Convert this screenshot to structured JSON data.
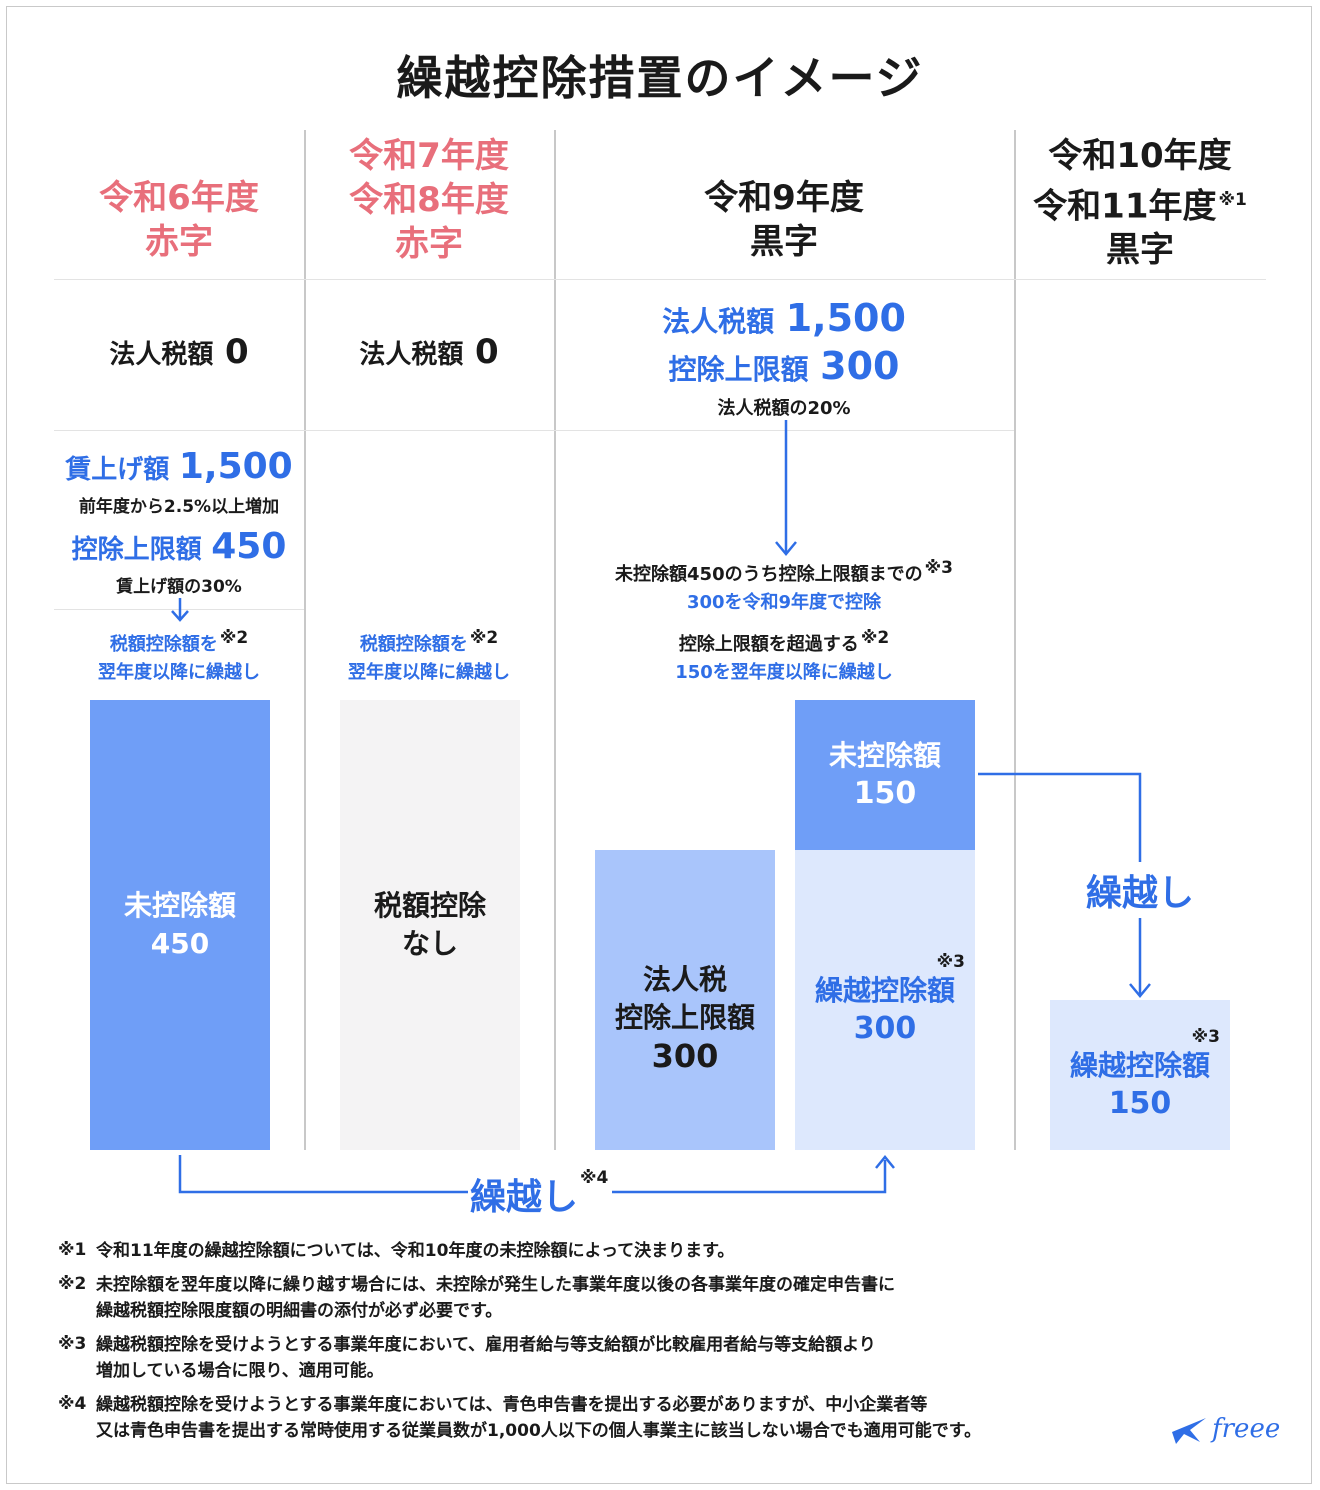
{
  "title": "繰越控除措置のイメージ",
  "columns": {
    "col1": {
      "year_line1": "令和6年度",
      "status": "赤字",
      "tax_label": "法人税額",
      "tax_value": "0"
    },
    "col2": {
      "year_line1": "令和7年度",
      "year_line2": "令和8年度",
      "status": "赤字",
      "tax_label": "法人税額",
      "tax_value": "0"
    },
    "col3": {
      "year_line1": "令和9年度",
      "status": "黒字"
    },
    "col4": {
      "year_line1": "令和10年度",
      "year_line2": "令和11年度",
      "year_mark": "※1",
      "status": "黒字"
    }
  },
  "col3_tax": {
    "tax_label": "法人税額",
    "tax_value": "1,500",
    "limit_label": "控除上限額",
    "limit_value": "300",
    "note": "法人税額の20%"
  },
  "col1_wage": {
    "wage_label": "賃上げ額",
    "wage_value": "1,500",
    "wage_note": "前年度から2.5%以上増加",
    "limit_label": "控除上限額",
    "limit_value": "450",
    "limit_note": "賃上げ額の30%"
  },
  "carry_notes": {
    "col1_line1": "税額控除額を",
    "col1_mark": "※2",
    "col1_line2": "翌年度以降に繰越し",
    "col2_line1": "税額控除額を",
    "col2_mark": "※2",
    "col2_line2": "翌年度以降に繰越し",
    "col3_a_line1": "未控除額450のうち控除上限額までの",
    "col3_a_mark": "※3",
    "col3_a_line2": "300を令和9年度で控除",
    "col3_b_line1": "控除上限額を超過する",
    "col3_b_mark": "※2",
    "col3_b_line2": "150を翌年度以降に繰越し"
  },
  "bars": {
    "col1": {
      "line1": "未控除額",
      "line2": "450"
    },
    "col2": {
      "line1": "税額控除",
      "line2": "なし"
    },
    "col3_left": {
      "line1": "法人税",
      "line2": "控除上限額",
      "line3": "300"
    },
    "col3_top": {
      "line1": "未控除額",
      "line2": "150"
    },
    "col3_bottom": {
      "mark": "※3",
      "line1": "繰越控除額",
      "line2": "300"
    },
    "col4": {
      "mark": "※3",
      "line1": "繰越控除額",
      "line2": "150"
    }
  },
  "arrows": {
    "bottom_label": "繰越し",
    "bottom_mark": "※4",
    "right_label": "繰越し"
  },
  "footnotes": [
    {
      "mark": "※1",
      "lines": [
        "令和11年度の繰越控除額については、令和10年度の未控除額によって決まります。"
      ]
    },
    {
      "mark": "※2",
      "lines": [
        "未控除額を翌年度以降に繰り越す場合には、未控除が発生した事業年度以後の各事業年度の確定申告書に",
        "繰越税額控除限度額の明細書の添付が必ず必要です。"
      ]
    },
    {
      "mark": "※3",
      "lines": [
        "繰越税額控除を受けようとする事業年度において、雇用者給与等支給額が比較雇用者給与等支給額より",
        "増加している場合に限り、適用可能。"
      ]
    },
    {
      "mark": "※4",
      "lines": [
        "繰越税額控除を受けようとする事業年度においては、青色申告書を提出する必要がありますが、中小企業者等",
        "又は青色申告書を提出する常時使用する従業員数が1,000人以下の個人事業主に該当しない場合でも適用可能です。"
      ]
    }
  ],
  "logo": {
    "text": "freee"
  },
  "colors": {
    "red": "#e86f7b",
    "blue": "#2f6ee6",
    "bar_blue": "#6f9ef7",
    "bar_mid": "#a9c5fb",
    "bar_light": "#dde8fd",
    "bar_grey": "#f4f3f4"
  }
}
